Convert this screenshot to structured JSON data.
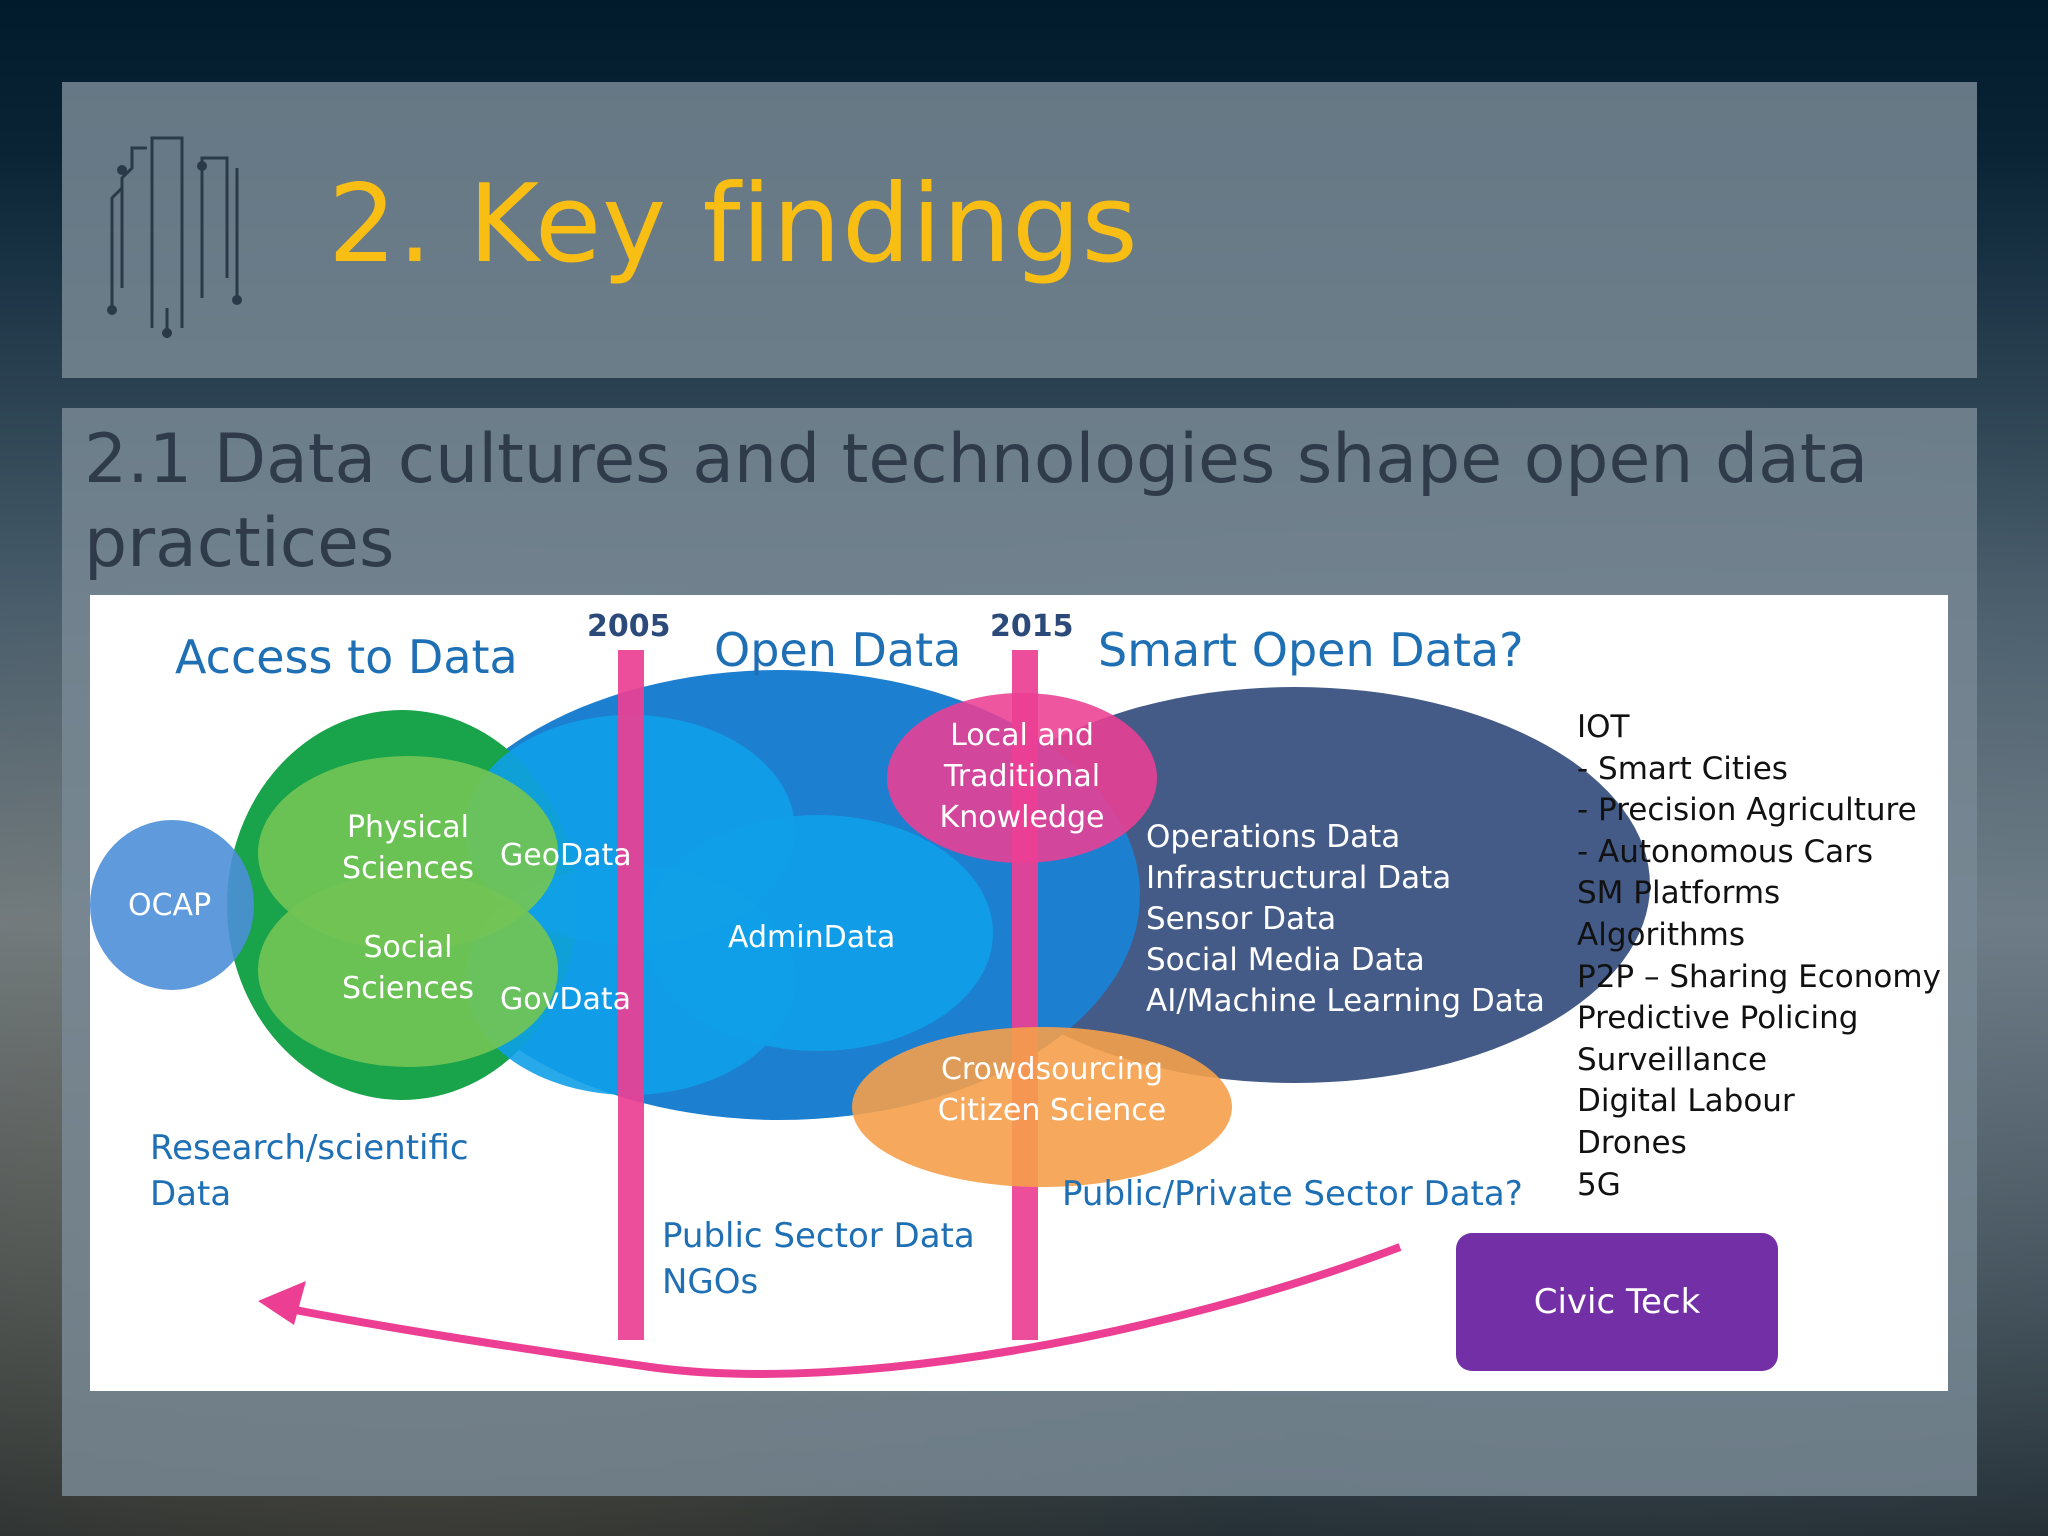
{
  "slide": {
    "title": "2. Key findings",
    "subtitle": "2.1 Data cultures and technologies shape open data practices"
  },
  "diagram": {
    "eras": [
      "Access to Data",
      "Open Data",
      "Smart Open Data?"
    ],
    "years": [
      "2005",
      "2015"
    ],
    "bubbles": {
      "ocap": "OCAP",
      "physical": [
        "Physical",
        "Sciences"
      ],
      "social": [
        "Social",
        "Sciences"
      ],
      "geodata": "GeoData",
      "govdata": "GovData",
      "admindata": "AdminData",
      "local": [
        "Local and",
        "Traditional",
        "Knowledge"
      ],
      "crowd": [
        "Crowdsourcing",
        "Citizen Science"
      ],
      "smart_list": [
        "Operations Data",
        "Infrastructural Data",
        "Sensor Data",
        "Social Media Data",
        "AI/Machine Learning Data"
      ]
    },
    "notes": {
      "research": [
        "Research/scientific",
        "Data"
      ],
      "public": [
        "Public Sector Data",
        "NGOs"
      ],
      "public_private": "Public/Private Sector Data?"
    },
    "side_list": [
      "IOT",
      "- Smart Cities",
      "- Precision Agriculture",
      "- Autonomous Cars",
      "SM Platforms",
      "Algorithms",
      "P2P – Sharing Economy",
      "Predictive Policing",
      "Surveillance",
      "Digital Labour",
      "Drones",
      "5G"
    ],
    "civic_button": "Civic Teck"
  },
  "colors": {
    "title": "#f8be14",
    "subtitle": "#2f3b4a",
    "era": "#1e6fb4",
    "green_dark": "#1aa64a",
    "green_light": "#6ec14f",
    "blue_mid": "#1c7fd0",
    "blue_light": "#0fa0e8",
    "navy": "#3d5a87",
    "pink": "#ec3f93",
    "orange": "#f5a04a",
    "purple": "#7330a6"
  }
}
